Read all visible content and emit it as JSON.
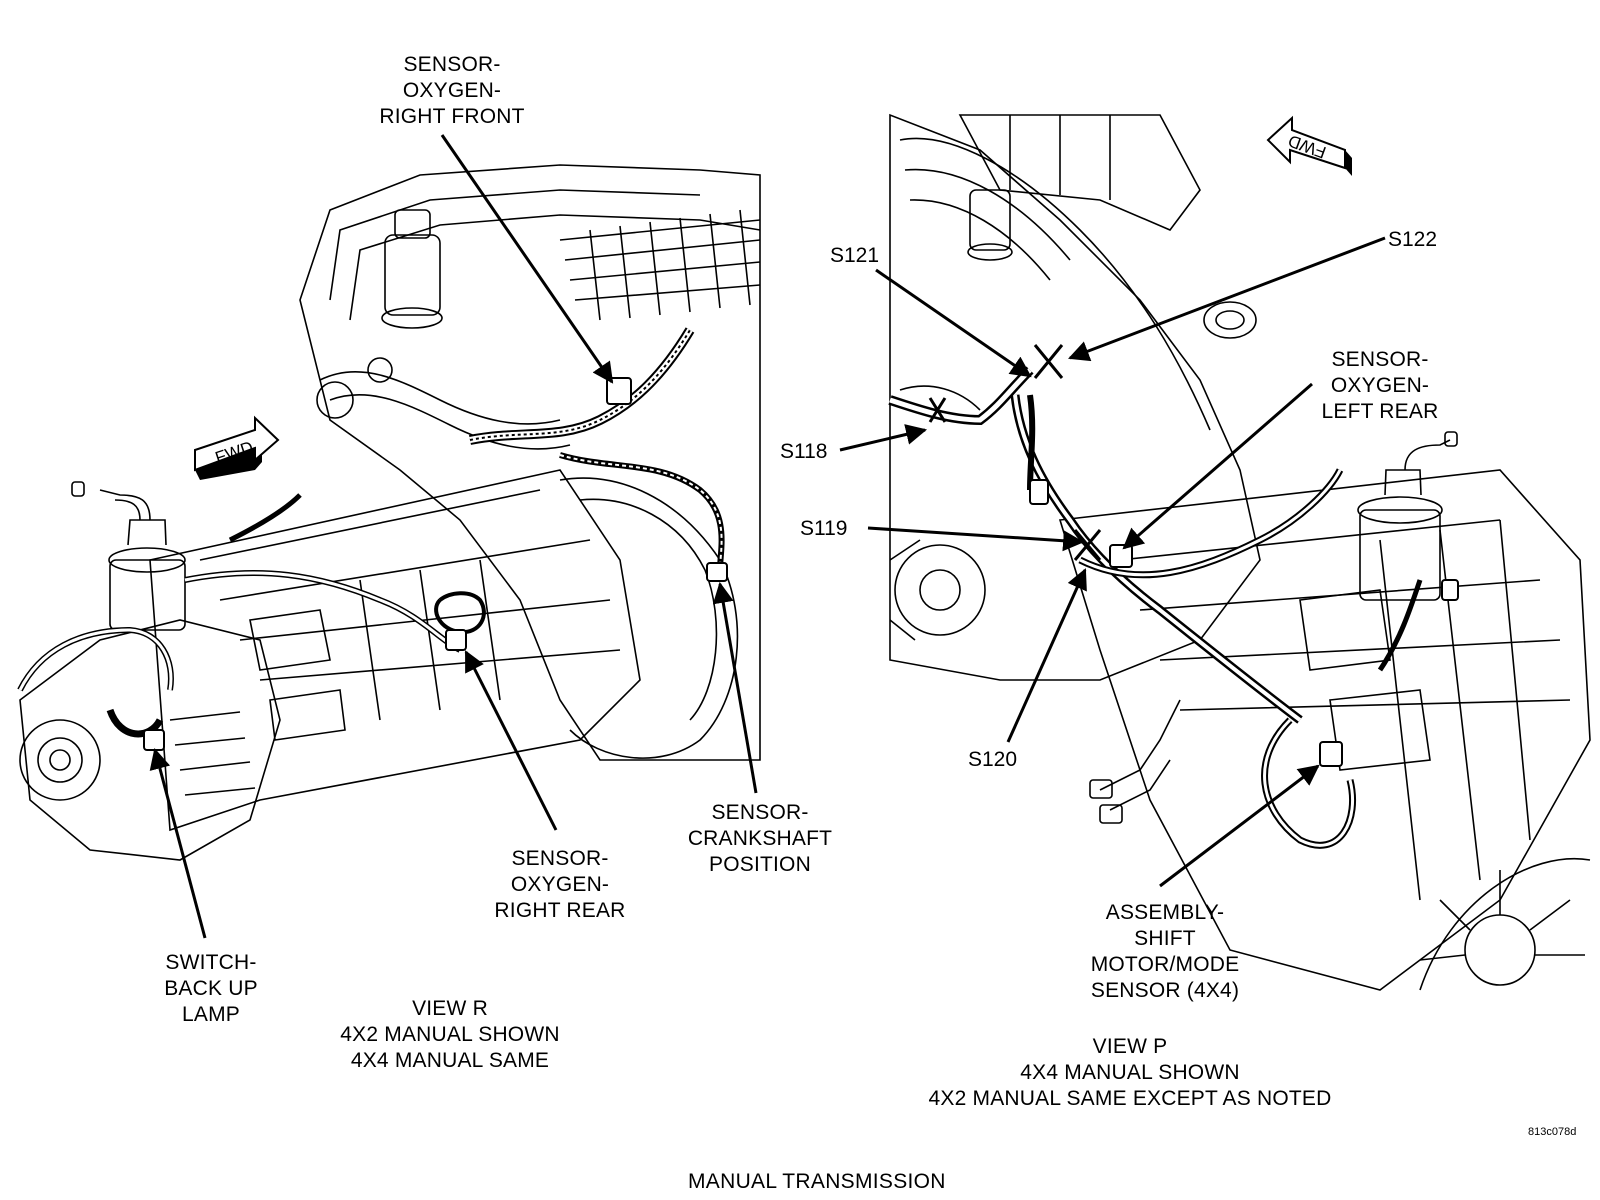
{
  "figure": {
    "title": "MANUAL TRANSMISSION",
    "figure_code": "813c078d"
  },
  "view_r": {
    "caption": [
      "VIEW R",
      "4X2  MANUAL  SHOWN",
      "4X4  MANUAL  SAME"
    ],
    "fwd_arrow": "FWD",
    "labels": {
      "o2_right_front": [
        "SENSOR-",
        "OXYGEN-",
        "RIGHT FRONT"
      ],
      "o2_right_rear": [
        "SENSOR-",
        "OXYGEN-",
        "RIGHT REAR"
      ],
      "crankshaft": [
        "SENSOR-",
        "CRANKSHAFT",
        "POSITION"
      ],
      "backup_lamp": [
        "SWITCH-",
        "BACK UP",
        "LAMP"
      ]
    }
  },
  "view_p": {
    "caption": [
      "VIEW P",
      "4X4  MANUAL  SHOWN",
      "4X2  MANUAL  SAME  EXCEPT AS  NOTED"
    ],
    "fwd_arrow": "FWD",
    "labels": {
      "o2_left_rear": [
        "SENSOR-",
        "OXYGEN-",
        "LEFT REAR"
      ],
      "shift_motor": [
        "ASSEMBLY-",
        "SHIFT",
        "MOTOR/MODE",
        "SENSOR (4X4)"
      ]
    },
    "splices": {
      "s118": "S118",
      "s119": "S119",
      "s120": "S120",
      "s121": "S121",
      "s122": "S122"
    }
  },
  "colors": {
    "ink": "#000000",
    "paper": "#ffffff"
  }
}
